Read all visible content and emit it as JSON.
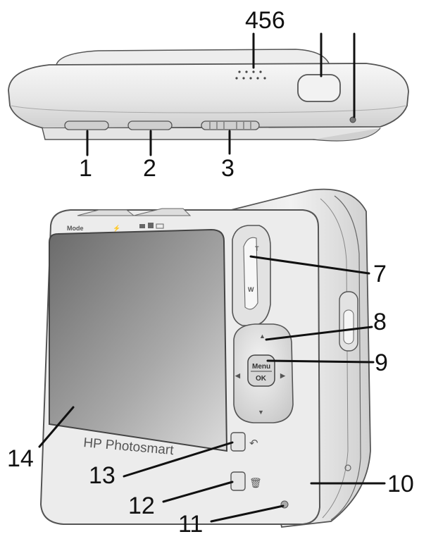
{
  "callouts": {
    "c456": "456",
    "c1": "1",
    "c2": "2",
    "c3": "3",
    "c7": "7",
    "c8": "8",
    "c9": "9",
    "c10": "10",
    "c11": "11",
    "c12": "12",
    "c13": "13",
    "c14": "14"
  },
  "camera": {
    "brand": "HP Photosmart",
    "mode_label": "Mode",
    "menu_label": "Menu",
    "ok_label": "OK"
  },
  "colors": {
    "body": "#e9e9e9",
    "outline": "#555555",
    "screen_dark": "#6f6f6f",
    "screen_light": "#d8d8d8"
  }
}
